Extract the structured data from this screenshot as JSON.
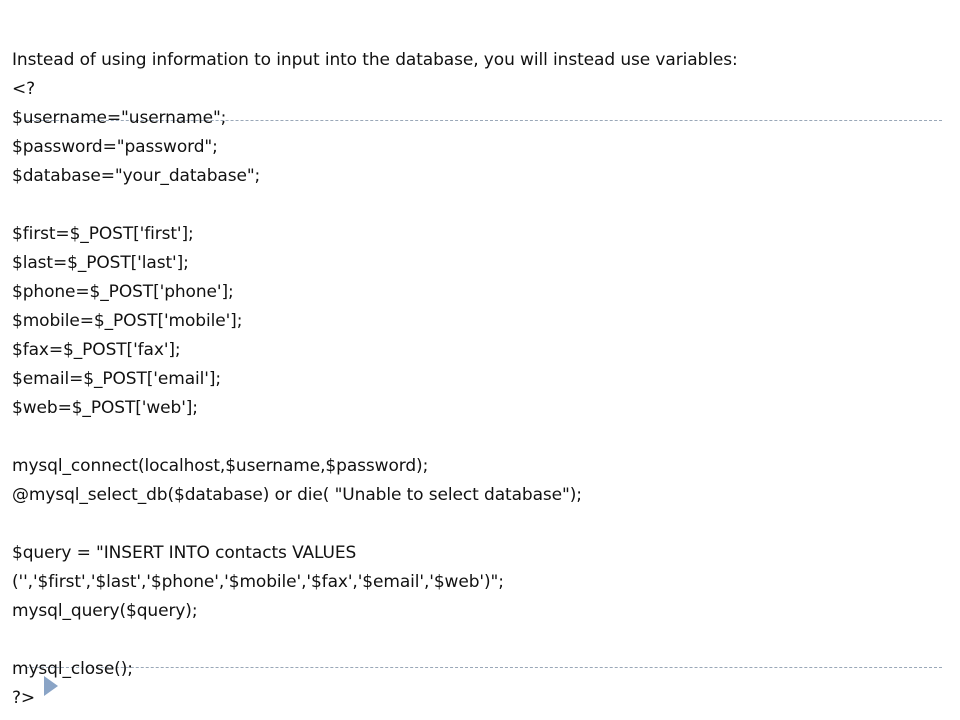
{
  "slide": {
    "intro": "Instead of using information to input into the database, you will instead use variables:",
    "code_lines": [
      "<?",
      "$username=\"username\";",
      "$password=\"password\";",
      "$database=\"your_database\";",
      "",
      "$first=$_POST['first'];",
      "$last=$_POST['last'];",
      "$phone=$_POST['phone'];",
      "$mobile=$_POST['mobile'];",
      "$fax=$_POST['fax'];",
      "$email=$_POST['email'];",
      "$web=$_POST['web'];",
      "",
      "mysql_connect(localhost,$username,$password);",
      "@mysql_select_db($database) or die( \"Unable to select database\");",
      "",
      "$query = \"INSERT INTO contacts VALUES",
      "('','$first','$last','$phone','$mobile','$fax','$email','$web')\";",
      "mysql_query($query);",
      "",
      "mysql_close();",
      "?>"
    ],
    "bullet_icon": "triangle-bullet-icon",
    "colors": {
      "text": "#111111",
      "divider": "#9aa8b8",
      "bullet": "#8aa4c6"
    }
  }
}
